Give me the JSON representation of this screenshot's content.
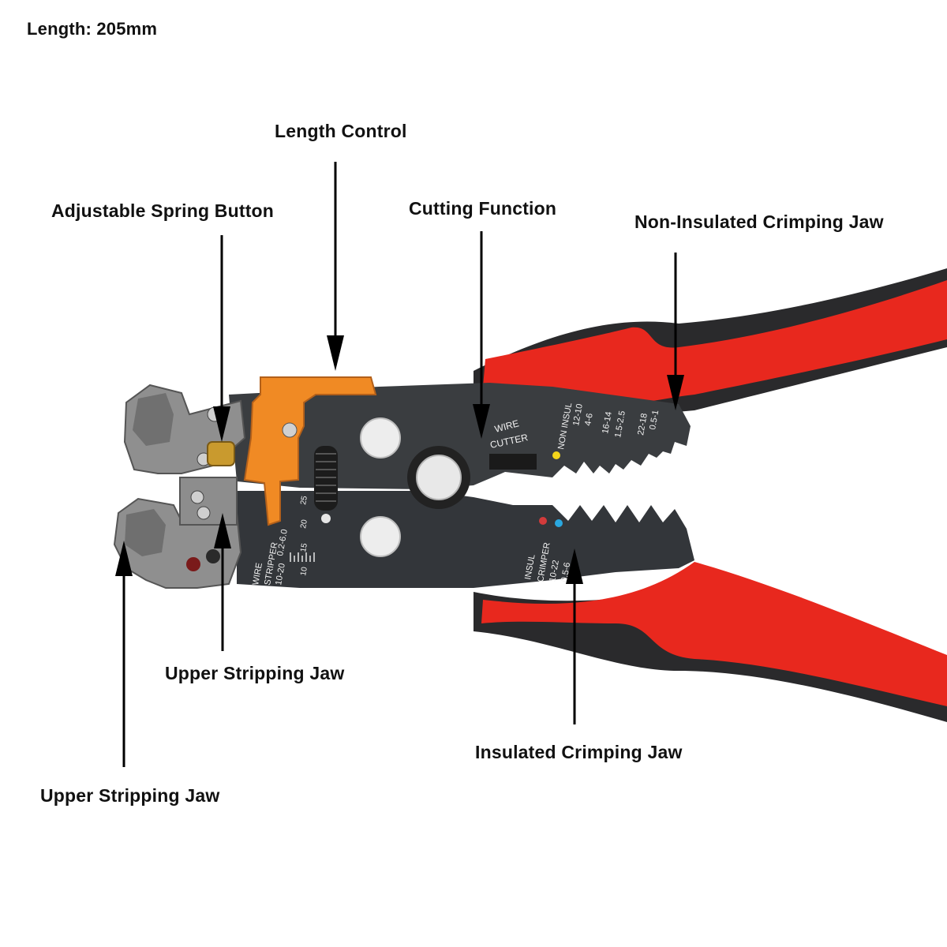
{
  "spec": {
    "length": "Length: 205mm"
  },
  "callouts": {
    "length_control": "Length Control",
    "spring_button": "Adjustable Spring Button",
    "cutting_function": "Cutting Function",
    "non_insulated_jaw": "Non-Insulated Crimping Jaw",
    "upper_stripping_jaw_inner": "Upper Stripping Jaw",
    "insulated_jaw": "Insulated Crimping Jaw",
    "upper_stripping_jaw_outer": "Upper Stripping Jaw"
  },
  "tool_markings": {
    "wire": "WIRE",
    "cutter": "CUTTER",
    "non_insul": "NON INSUL",
    "awg_a": "12-10",
    "mm_a": "4-6",
    "awg_b": "16-14",
    "mm_b": "1.5-2.5",
    "awg_c": "22-18",
    "mm_c": "0.5-1",
    "stripper_word": "WIRE",
    "stripper": "STRIPPER",
    "stripper_awg": "10-20",
    "stripper_mm": "0.2-6.0",
    "scale_10": "10",
    "scale_15": "15",
    "scale_20": "20",
    "scale_25": "25",
    "insul": "INSUL",
    "crimper": "CRIMPER",
    "insul_awg": "10-22",
    "insul_mm": "0.5-6"
  },
  "colors": {
    "handle_red": "#e8281e",
    "handle_dark": "#2a2a2c",
    "body": "#3a3d40",
    "slider": "#f08a24",
    "jaw_metal": "#8f8f8f"
  }
}
